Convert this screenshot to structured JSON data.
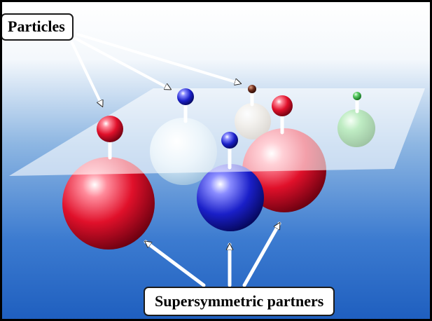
{
  "labels": {
    "particles": "Particles",
    "partners": "Supersymmetric partners"
  },
  "colors": {
    "background_top": "#ffffff",
    "background_bottom": "#1f5fbf",
    "plane": "#ffffff",
    "red": "#e0102a",
    "blue": "#1a1fc8",
    "light_blue": "#cfe6f5",
    "green": "#22aa33",
    "beige": "#d8cdbf",
    "brown": "#6a2a1a",
    "arrow": "#ffffff"
  },
  "particles": [
    {
      "name": "red-particle-1",
      "color": "red"
    },
    {
      "name": "blue-particle-1",
      "color": "blue"
    },
    {
      "name": "brown-particle",
      "color": "brown"
    },
    {
      "name": "red-particle-2",
      "color": "red"
    },
    {
      "name": "green-particle",
      "color": "green"
    },
    {
      "name": "blue-particle-2",
      "color": "blue"
    }
  ],
  "partners": [
    {
      "name": "red-partner-large",
      "color": "red"
    },
    {
      "name": "light-blue-partner",
      "color": "light_blue"
    },
    {
      "name": "beige-partner",
      "color": "beige"
    },
    {
      "name": "red-partner-2",
      "color": "red"
    },
    {
      "name": "green-partner",
      "color": "green"
    },
    {
      "name": "blue-partner",
      "color": "blue"
    }
  ]
}
